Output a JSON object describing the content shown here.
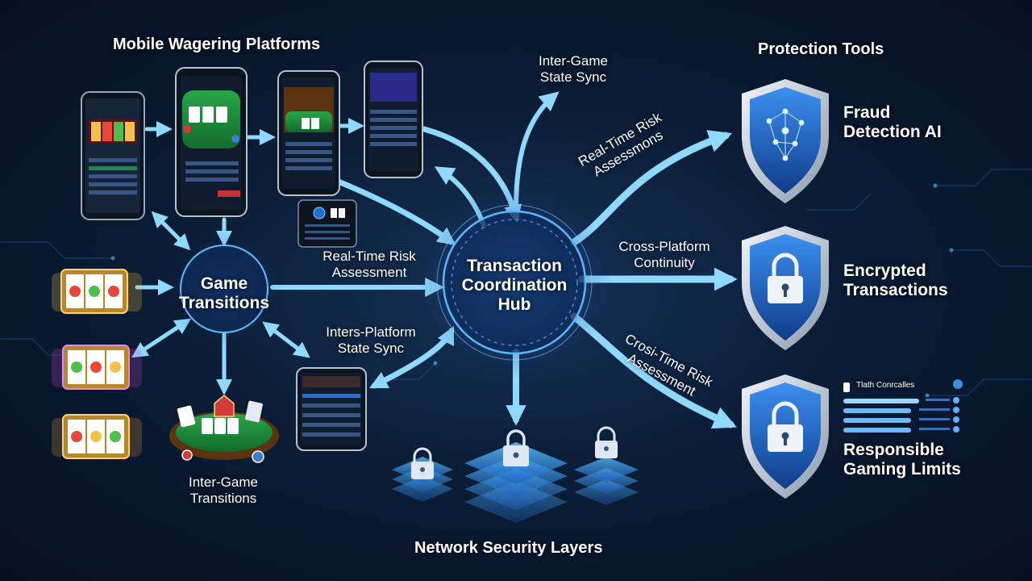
{
  "colors": {
    "accent": "#4fc3ff",
    "arrow": "#7fd0ff",
    "hub_glow": "#2f8cff",
    "shield": "#2a6fd6",
    "felt": "#1f8a3a"
  },
  "headers": {
    "mobile": "Mobile Wagering Platforms",
    "protection": "Protection Tools",
    "network": "Network Security Layers"
  },
  "hub": {
    "line1": "Transaction",
    "line2": "Coordination",
    "line3": "Hub"
  },
  "game_node": {
    "line1": "Game",
    "line2": "Transitions"
  },
  "flow_labels": {
    "inter_game_sync": {
      "line1": "Inter-Game",
      "line2": "State Sync"
    },
    "realtime_risk_left": {
      "line1": "Real-Time Risk",
      "line2": "Assessment"
    },
    "inters_platform_sync": {
      "line1": "Inters-Platform",
      "line2": "State Sync"
    },
    "realtime_risk_upper": {
      "line1": "Real-Time Risk",
      "line2": "Assessmons"
    },
    "cross_platform": {
      "line1": "Cross-Platform",
      "line2": "Continuity"
    },
    "crosi_time_risk": {
      "line1": "Crosi-Time Risk",
      "line2": "Assessment"
    },
    "inter_game_transitions": {
      "line1": "Inter-Game",
      "line2": "Transitions"
    }
  },
  "tools": [
    {
      "line1": "Fraud",
      "line2": "Detection AI",
      "icon": "neural-network-icon"
    },
    {
      "line1": "Encrypted",
      "line2": "Transactions",
      "icon": "padlock-icon"
    },
    {
      "line1": "Responsible",
      "line2": "Gaming Limits",
      "icon": "padlock-icon"
    }
  ],
  "limits_panel": {
    "title": "Tlath Conrcalles"
  }
}
